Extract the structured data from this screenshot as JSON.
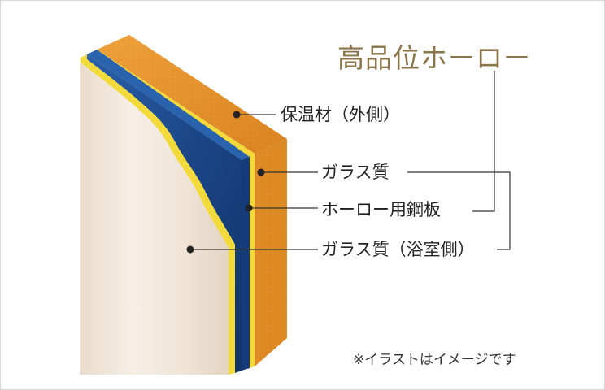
{
  "title": "高品位ホーロー",
  "layers": {
    "insulation": "保温材（外側）",
    "glass_outer": "ガラス質",
    "steel": "ホーロー用鋼板",
    "glass_bath": "ガラス質（浴室側）"
  },
  "note": "※イラストはイメージです",
  "colors": {
    "title": "#8a7448",
    "insulation": "#e4952a",
    "steel": "#1f4f93",
    "glass": "#e8d23a",
    "surface": "#efe4d6"
  }
}
